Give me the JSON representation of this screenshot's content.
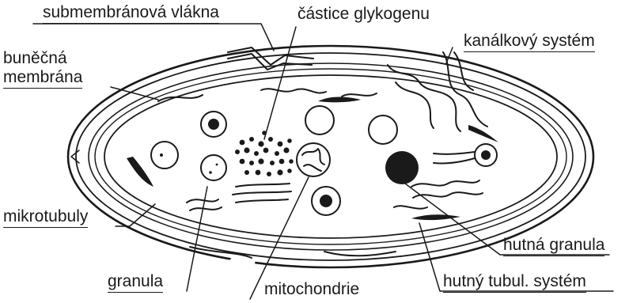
{
  "labels": {
    "submembranova_vlakna": "submembránová vlákna",
    "castice_glykogenu": "částice glykogenu",
    "kanalkovy_system": "kanálkový systém",
    "bunecna": "buněčná",
    "membrana": "membrána",
    "mikrotubuly": "mikrotubuly",
    "granula": "granula",
    "mitochondrie": "mitochondrie",
    "hutna_granula": "hutná granula",
    "hutny_tubul_system": "hutný tubul. systém"
  }
}
